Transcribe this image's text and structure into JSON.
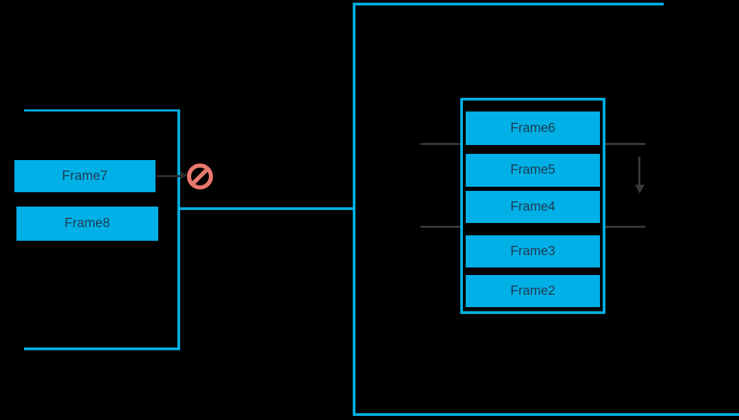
{
  "diagram": {
    "title": "Frame stack / paging diagram",
    "colors": {
      "frame_fill": "#00B0E6",
      "frame_text": "#1F3B52",
      "bracket": "#00AEE0",
      "guide": "#3A3A3A",
      "prohibition": "#E8796F",
      "background": "#000000"
    },
    "left_group": {
      "name": "left-frame-group",
      "frames": [
        {
          "label": "Frame7"
        },
        {
          "label": "Frame8"
        }
      ],
      "blocked_transition": {
        "icon": "prohibition-icon",
        "arrow": "arrow-right"
      }
    },
    "right_group": {
      "name": "frame-stack",
      "frames": [
        {
          "label": "Frame6"
        },
        {
          "label": "Frame5"
        },
        {
          "label": "Frame4"
        },
        {
          "label": "Frame3"
        },
        {
          "label": "Frame2"
        }
      ],
      "range_arrow": {
        "direction": "down",
        "icon": "arrow-down-icon"
      }
    }
  }
}
